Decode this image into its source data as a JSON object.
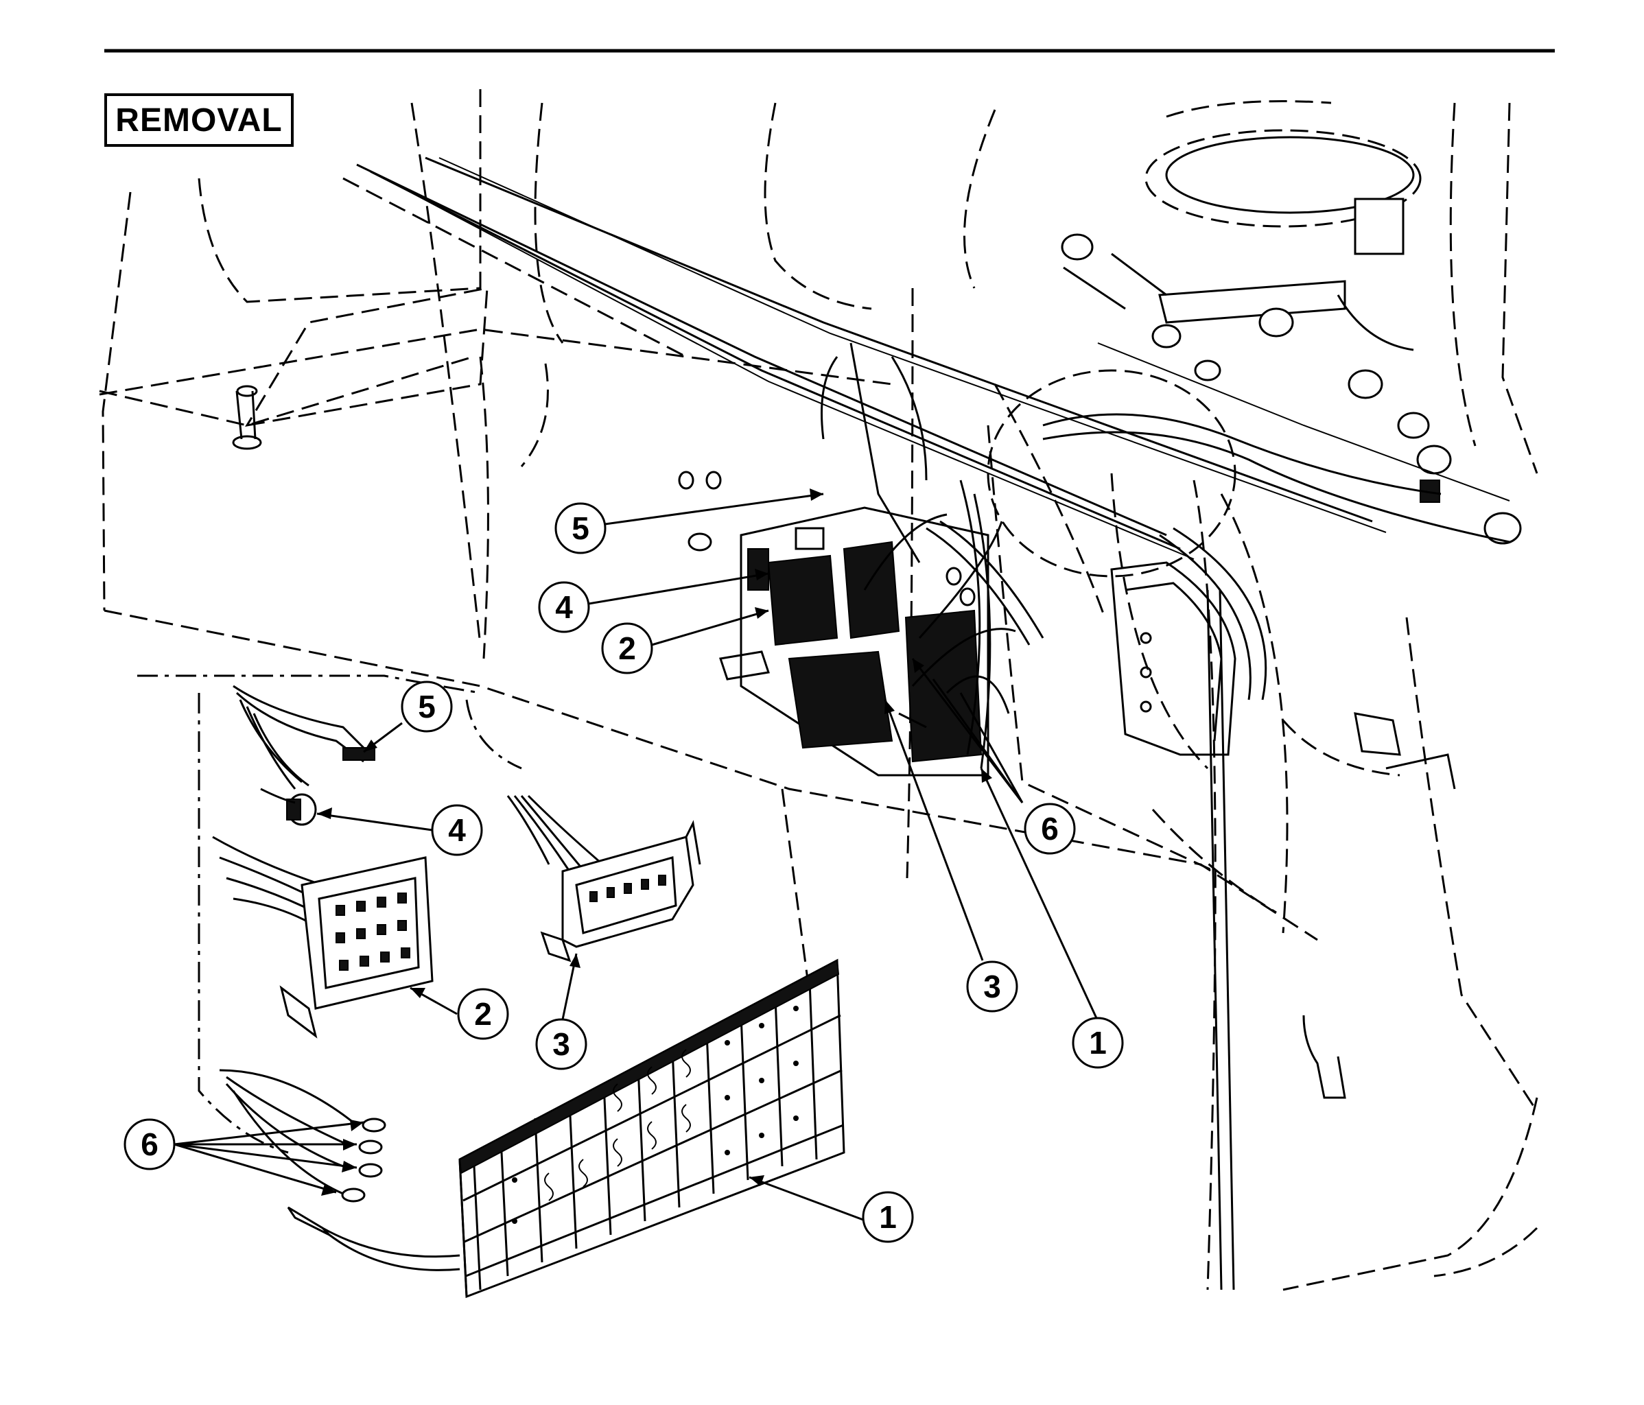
{
  "section_label": "REMOVAL",
  "callouts": [
    {
      "id": "main-5",
      "label": "5"
    },
    {
      "id": "main-4",
      "label": "4"
    },
    {
      "id": "main-2",
      "label": "2"
    },
    {
      "id": "main-6",
      "label": "6"
    },
    {
      "id": "main-3",
      "label": "3"
    },
    {
      "id": "main-1",
      "label": "1"
    },
    {
      "id": "detail-5",
      "label": "5"
    },
    {
      "id": "detail-4",
      "label": "4"
    },
    {
      "id": "detail-2",
      "label": "2"
    },
    {
      "id": "detail-3",
      "label": "3"
    },
    {
      "id": "detail-6",
      "label": "6"
    },
    {
      "id": "detail-1",
      "label": "1"
    }
  ]
}
